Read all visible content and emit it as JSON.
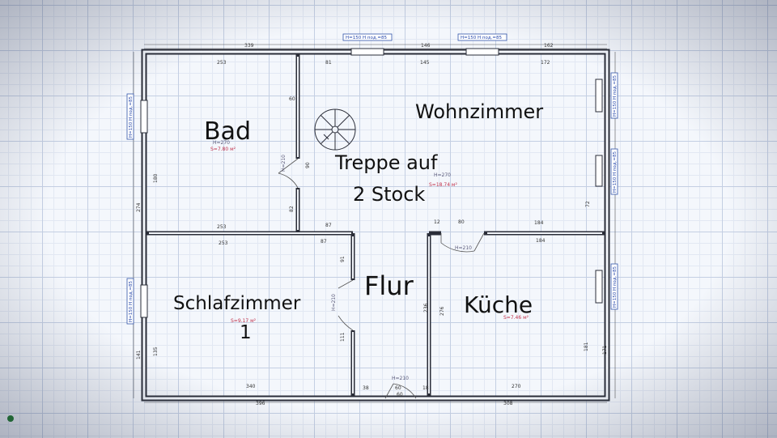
{
  "rooms": {
    "bad": "Bad",
    "wohnzimmer": "Wohnzimmer",
    "treppe_line1": "Treppe auf",
    "treppe_line2": "2 Stock",
    "flur": "Flur",
    "schlafzimmer_line1": "Schlafzimmer",
    "schlafzimmer_line2": "1",
    "kueche": "Küche"
  },
  "dimensions": {
    "top_left": "339",
    "top_mid": "146",
    "top_right": "162",
    "bad_top": "253",
    "bad_bottom": "253",
    "schlaf_top": "253",
    "schlaf_bottom": "340",
    "bottom_left": "396",
    "bottom_right": "308",
    "wohn_top": "145",
    "wohn_top_right": "172",
    "kueche_top": "184",
    "kueche_bottom": "270",
    "flur_a": "87",
    "flur_b": "87",
    "left_full": "274",
    "left_bad": "180",
    "left_schlaf": "135",
    "left_low": "141",
    "right_upper": "72",
    "right_lower": "171",
    "right_mid": "181",
    "v_90": "90",
    "v_111": "111",
    "v_91": "91",
    "v_236": "236",
    "v_276": "276",
    "door_60a": "60",
    "door_60b": "60",
    "door_38": "38",
    "door_18": "18",
    "door_12": "12",
    "door_80": "80",
    "wall_81": "81",
    "wall_82": "82",
    "wall_60": "60"
  },
  "heights": {
    "h270": "H=270",
    "h210a": "H=210",
    "h210b": "H=210",
    "h210c": "H=210",
    "h210d": "H=210"
  },
  "areas": {
    "bad": "S=7.80 м²",
    "wohn": "S=18.74 м²",
    "schlaf": "S=9.17 м²",
    "kueche": "S=7.46 м²"
  },
  "windows": {
    "w_top1": "H=150  H под.=85",
    "w_top2": "H=150  H под.=85",
    "w_left1": "H=150  H под.=85",
    "w_left2": "H=150  H под.=85",
    "w_right1": "H=150  H под.=85",
    "w_right2": "H=150  H под.=85",
    "w_right3": "H=150  H под.=85"
  },
  "colors": {
    "wall": "#2a2d38",
    "grid": "#c4cfe3",
    "box_stroke": "#3355aa",
    "area_text": "#c0304a"
  }
}
